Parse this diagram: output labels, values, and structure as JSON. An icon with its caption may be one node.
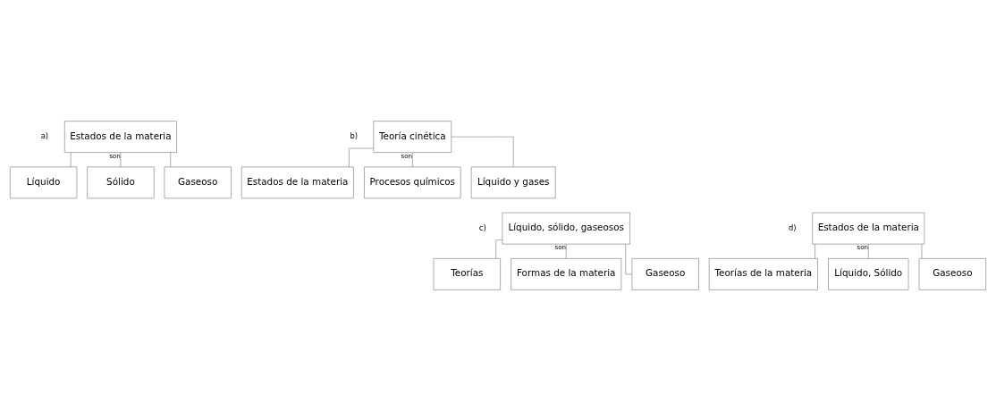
{
  "diagram": {
    "nodes": [
      {
        "text": [
          "Estados de la materia"
        ]
      },
      {
        "text": [
          "Líquido"
        ]
      },
      {
        "text": [
          "Sólido"
        ]
      },
      {
        "text": [
          "Gaseoso"
        ]
      },
      {
        "text": [
          "Teoría cinética"
        ]
      },
      {
        "text": [
          "Estados de la materia"
        ]
      },
      {
        "text": [
          "Procesos químicos"
        ]
      },
      {
        "text": [
          "Líquido y gases"
        ]
      },
      {
        "text": [
          "Líquido, sólido, gaseosos"
        ]
      },
      {
        "text": [
          "Teorías"
        ]
      },
      {
        "text": [
          "Formas de la materia"
        ]
      },
      {
        "text": [
          "Gaseoso"
        ]
      },
      {
        "text": [
          "Estados de la materia"
        ]
      },
      {
        "text": [
          "Teorías de la materia"
        ]
      },
      {
        "text": [
          "Líquido, Sólido"
        ]
      },
      {
        "text": [
          "Gaseoso"
        ]
      }
    ],
    "edges": [
      {
        "from": 0,
        "to": 1,
        "arrow": "none"
      },
      {
        "from": 0,
        "to": 2,
        "arrow": "none",
        "label": "son"
      },
      {
        "from": 0,
        "to": 3,
        "arrow": "none"
      },
      {
        "from": 4,
        "to": 5,
        "arrow": "none"
      },
      {
        "from": 4,
        "to": 6,
        "arrow": "none",
        "label": "son"
      },
      {
        "from": 4,
        "to": 7,
        "arrow": "none"
      },
      {
        "from": 8,
        "to": 9,
        "arrow": "none"
      },
      {
        "from": 8,
        "to": 10,
        "arrow": "none",
        "label": "son"
      },
      {
        "from": 8,
        "to": 11,
        "arrow": "none"
      },
      {
        "from": 12,
        "to": 13,
        "arrow": "none"
      },
      {
        "from": 12,
        "to": 14,
        "arrow": "none",
        "label": "son"
      },
      {
        "from": 12,
        "to": 15,
        "arrow": "none"
      }
    ],
    "labels": [
      "a)",
      "b)",
      "c)",
      "d)"
    ]
  }
}
